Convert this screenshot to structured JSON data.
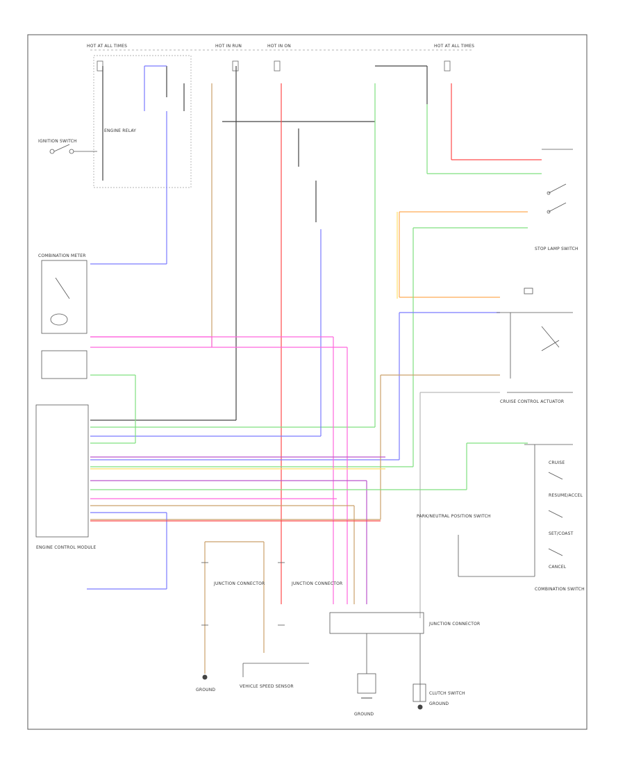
{
  "diagram": {
    "figure_id": "",
    "colors": {
      "black": "#444444",
      "blue": "#7a7aff",
      "tan": "#caa06a",
      "red": "#ff4a4a",
      "pink": "#ff66dd",
      "green": "#7fe07f",
      "orange": "#ffaa55",
      "yellow": "#ffe066",
      "purple": "#bb55cc",
      "gray": "#cccccc"
    },
    "labels": {
      "hot_at_all_times": "HOT AT ALL TIMES",
      "hot_in_run": "HOT IN RUN",
      "hot_in_on": "HOT IN ON",
      "ignition_switch": "IGNITION SWITCH",
      "engine_relay": "ENGINE RELAY",
      "combination_meter": "COMBINATION METER",
      "stop_lamp_switch": "STOP LAMP SWITCH",
      "cruise_control_actuator": "CRUISE CONTROL ACTUATOR",
      "engine_control_module": "ENGINE CONTROL MODULE",
      "combination_switch": "COMBINATION SWITCH",
      "junction_connector_left": "JUNCTION CONNECTOR",
      "junction_connector_right": "JUNCTION CONNECTOR",
      "junction_connector_bottom": "JUNCTION CONNECTOR",
      "park_neutral_switch": "PARK/NEUTRAL POSITION SWITCH",
      "cruise_main": "CRUISE",
      "resume_accel": "RESUME/ACCEL",
      "set_coast": "SET/COAST",
      "cancel": "CANCEL",
      "vehicle_speed_sensor": "VEHICLE SPEED SENSOR",
      "clutch_switch": "CLUTCH SWITCH",
      "ground_left": "GROUND",
      "ground_center": "GROUND",
      "ground_right": "GROUND"
    }
  }
}
